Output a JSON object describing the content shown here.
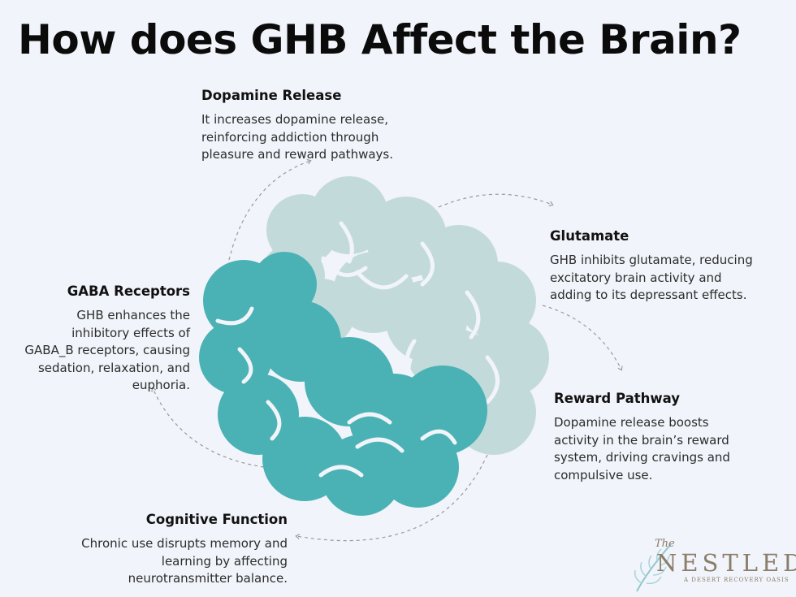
{
  "title": "How does GHB Affect the Brain?",
  "sections": {
    "dopamine": {
      "heading": "Dopamine Release",
      "text": "It increases dopamine release,\nreinforcing addiction through\npleasure and reward pathways."
    },
    "glutamate": {
      "heading": "Glutamate",
      "text": "GHB inhibits glutamate, reducing\nexcitatory brain activity and\nadding to its depressant effects."
    },
    "gaba": {
      "heading": "GABA Receptors",
      "text": "GHB enhances the\ninhibitory effects of\nGABA_B receptors, causing\nsedation, relaxation, and\neuphoria."
    },
    "reward": {
      "heading": "Reward Pathway",
      "text": "Dopamine release boosts\nactivity in the brain’s reward\nsystem, driving cravings and\ncompulsive use."
    },
    "cognitive": {
      "heading": "Cognitive Function",
      "text": "Chronic use disrupts memory and\nlearning by affecting\nneurotransmitter balance."
    }
  },
  "logo": {
    "the": "The",
    "name": "NESTLED",
    "sub": "A DESERT RECOVERY OASIS"
  },
  "colors": {
    "background": "#f1f4fa",
    "brain_light": "#c3dadb",
    "brain_dark": "#4ab2b4",
    "logo": "#8a7d6a",
    "arrow": "#9a9a9a"
  }
}
